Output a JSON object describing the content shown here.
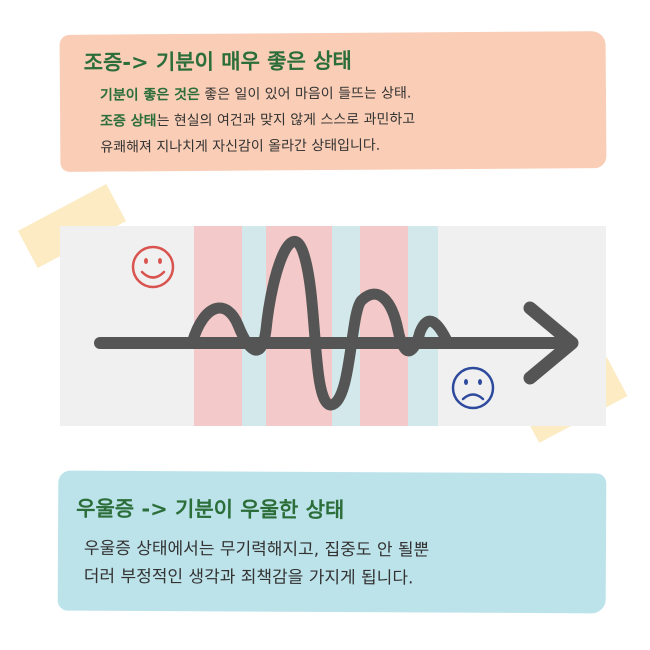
{
  "top_card": {
    "title": "조증-> 기분이 매우 좋은 상태",
    "line1_hl": "기분이 좋은 것은",
    "line1_rest": " 좋은 일이 있어 마음이 들뜨는 상태.",
    "line2_hl": "조증 상태",
    "line2_rest": "는 현실의 여건과 맞지 않게 스스로 과민하고",
    "line3": "유쾌해져 지나치게 자신감이 올라간 상태입니다."
  },
  "bottom_card": {
    "title": "우울증 -> 기분이 우울한 상태",
    "line1": "우울증 상태에서는 무기력해지고, 집중도 안 될뿐",
    "line2": "더러 부정적인 생각과 죄책감을 가지게 됩니다."
  },
  "diagram": {
    "happy_icon": "smiley-face-icon",
    "sad_icon": "sad-face-icon",
    "arrow_icon": "arrow-right-icon",
    "colors": {
      "panel": "#f0f0f0",
      "red_band": "#f4c4c4",
      "blue_band": "#d3e8eb",
      "arrow": "#555555",
      "happy": "#d9534f",
      "sad": "#2e4a9e",
      "tape": "#fbe7b8"
    }
  }
}
